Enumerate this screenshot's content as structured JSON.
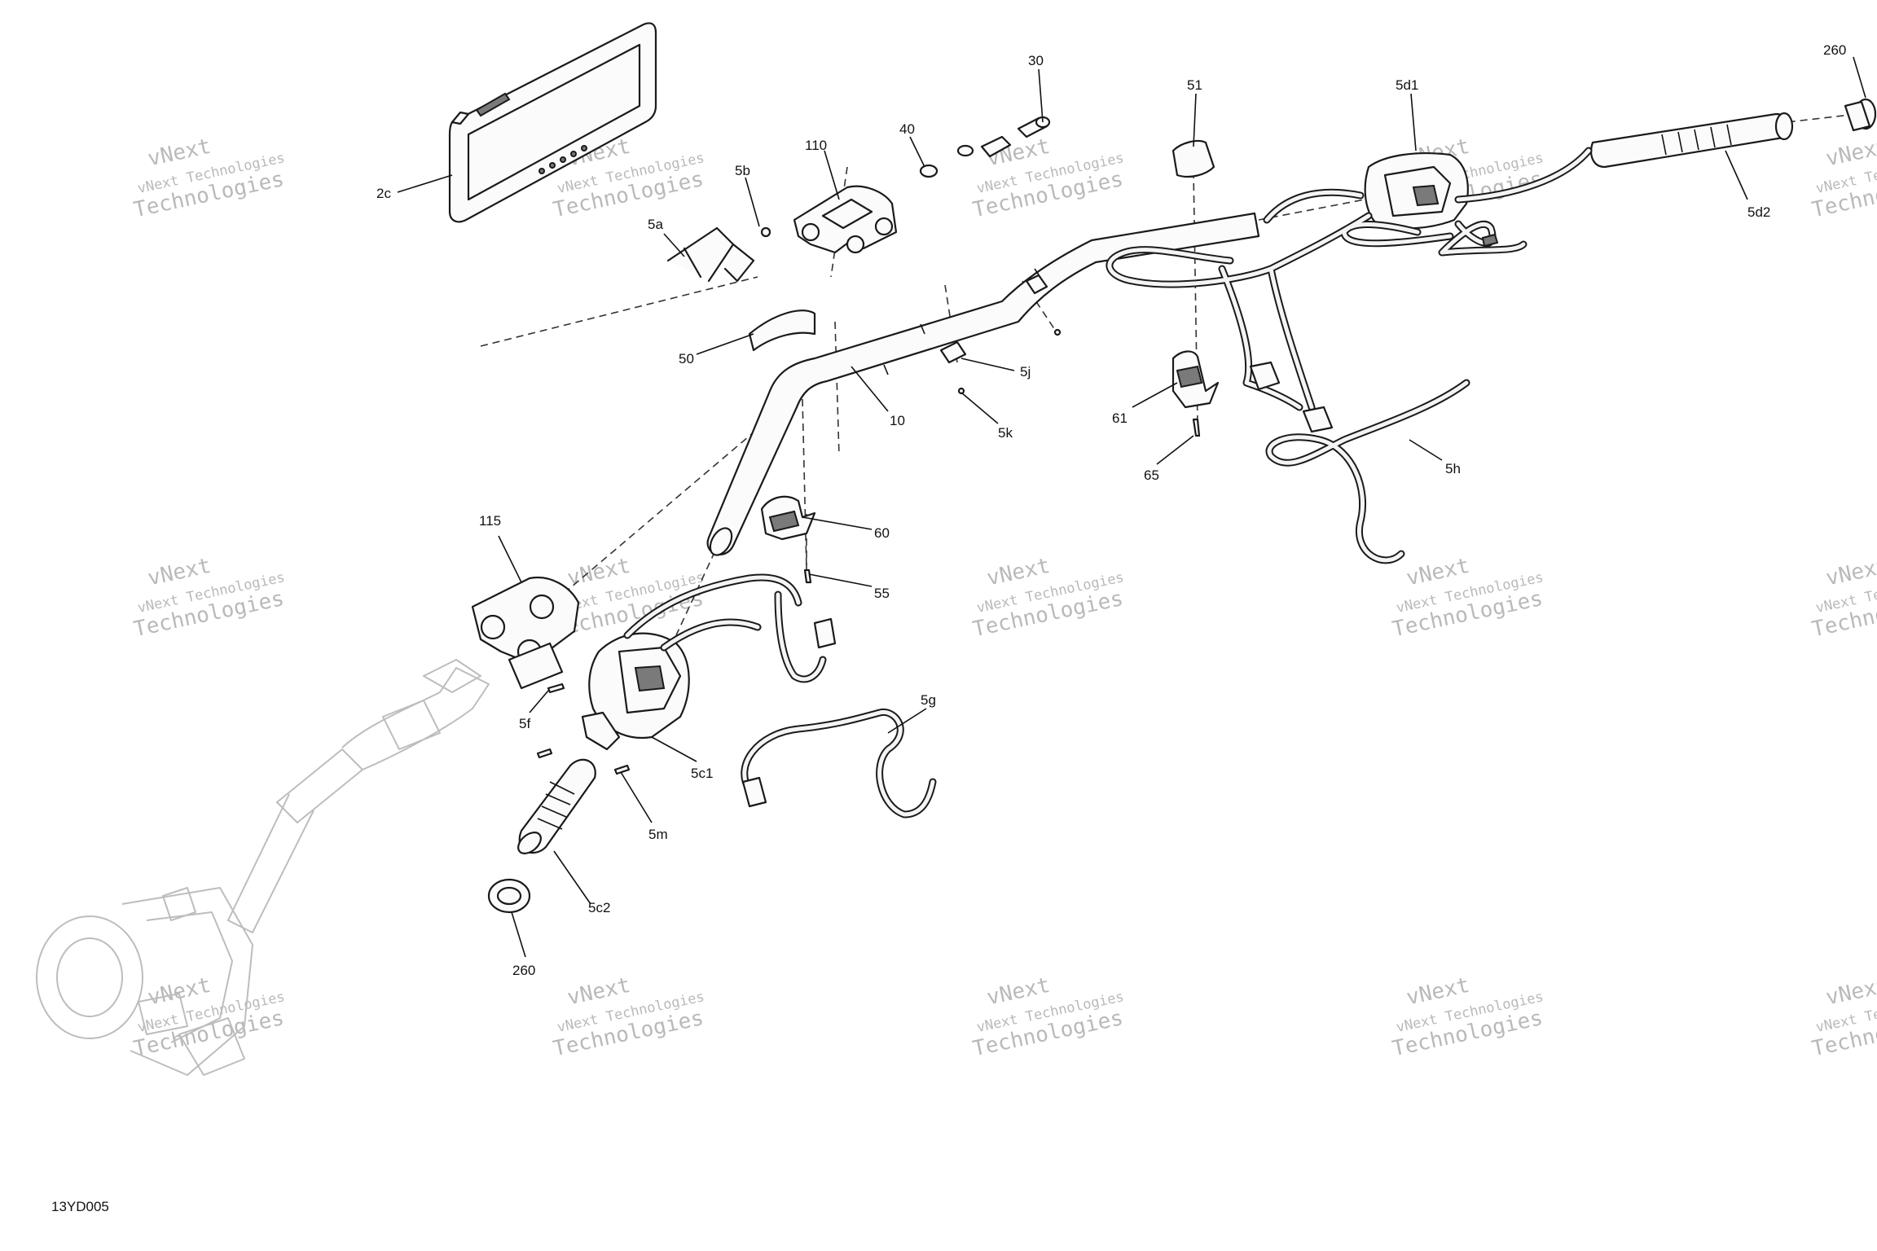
{
  "diagram": {
    "reference": "13YD005",
    "watermark": {
      "line1": "vNext Technologies",
      "line2": "Technologies",
      "line3": "vNext"
    },
    "callouts": [
      {
        "id": "2c",
        "text": "2c"
      },
      {
        "id": "5b",
        "text": "5b"
      },
      {
        "id": "5a",
        "text": "5a"
      },
      {
        "id": "110",
        "text": "110"
      },
      {
        "id": "40",
        "text": "40"
      },
      {
        "id": "30",
        "text": "30"
      },
      {
        "id": "51",
        "text": "51"
      },
      {
        "id": "5d1",
        "text": "5d1"
      },
      {
        "id": "260a",
        "text": "260"
      },
      {
        "id": "5d2",
        "text": "5d2"
      },
      {
        "id": "50",
        "text": "50"
      },
      {
        "id": "10",
        "text": "10"
      },
      {
        "id": "5j",
        "text": "5j"
      },
      {
        "id": "5k",
        "text": "5k"
      },
      {
        "id": "61",
        "text": "61"
      },
      {
        "id": "65",
        "text": "65"
      },
      {
        "id": "5h",
        "text": "5h"
      },
      {
        "id": "115",
        "text": "115"
      },
      {
        "id": "60",
        "text": "60"
      },
      {
        "id": "55",
        "text": "55"
      },
      {
        "id": "5f",
        "text": "5f"
      },
      {
        "id": "5c1",
        "text": "5c1"
      },
      {
        "id": "5g",
        "text": "5g"
      },
      {
        "id": "5m",
        "text": "5m"
      },
      {
        "id": "5c2",
        "text": "5c2"
      },
      {
        "id": "260b",
        "text": "260"
      }
    ]
  }
}
